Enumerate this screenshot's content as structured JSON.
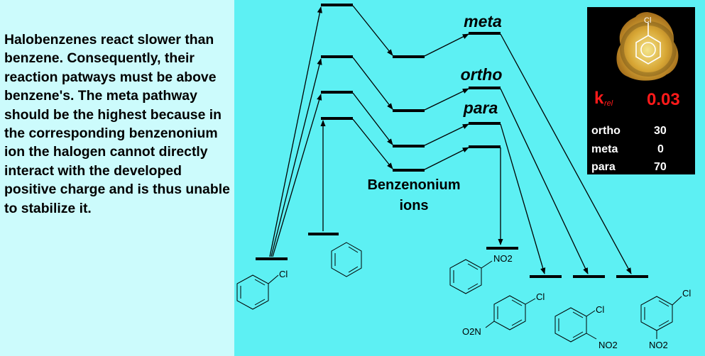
{
  "explanation": "Halobenzenes react slower than benzene. Consequently, their reaction patways must be above benzene's. The meta pathway should be the highest because in the corresponding benzenonium ion the halogen cannot directly interact with the developed positive charge and is thus unable to stabilize it.",
  "labels": {
    "meta": "meta",
    "ortho": "ortho",
    "para": "para",
    "benzenonium_line1": "Benzenonium",
    "benzenonium_line2": "ions"
  },
  "structures": {
    "chloro": "Cl",
    "nitro": "NO2",
    "nitro_prefix": "O2N"
  },
  "info_box": {
    "map_atom": "Cl",
    "krel_symbol": "k",
    "krel_subscript": "rel",
    "krel_value": "0.03",
    "ortho_label": "ortho",
    "ortho_value": "30",
    "meta_label": "meta",
    "meta_value": "0",
    "para_label": "para",
    "para_value": "70"
  },
  "colors": {
    "krel": "#ff1a1a",
    "box_background": "#000000",
    "canvas_background": "#5df0f3",
    "text_panel_background": "#ccfbfc"
  }
}
